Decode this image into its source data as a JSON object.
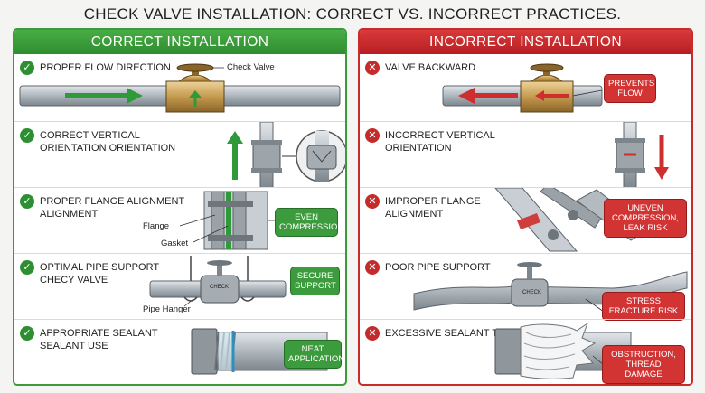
{
  "title": "CHECK VALVE INSTALLATION: CORRECT VS. INCORRECT PRACTICES.",
  "correct": {
    "header": "CORRECT INSTALLATION",
    "rows": [
      {
        "label": "PROPER FLOW DIRECTION",
        "note": "Check Valve"
      },
      {
        "label": "CORRECT VERTICAL ORIENTATION ORIENTATION"
      },
      {
        "label": "PROPER FLANGE ALIGNMENT ALIGNMENT",
        "note1": "Flange",
        "note2": "Gasket",
        "callout": "EVEN COMPRESSION"
      },
      {
        "label": "OPTIMAL PIPE SUPPORT CHECY VALVE",
        "note": "Pipe Hanger",
        "valve_text": "CHECK",
        "callout": "SECURE SUPPORT"
      },
      {
        "label": "APPROPRIATE SEALANT SEALANT USE",
        "callout": "NEAT APPLICATION"
      }
    ]
  },
  "incorrect": {
    "header": "INCORRECT INSTALLATION",
    "rows": [
      {
        "label": "VALVE BACKWARD",
        "callout": "PREVENTS FLOW"
      },
      {
        "label": "INCORRECT VERTICAL ORIENTATION"
      },
      {
        "label": "IMPROPER FLANGE ALIGNMENT",
        "callout": "UNEVEN COMPRESSION, LEAK RISK"
      },
      {
        "label": "POOR PIPE SUPPORT",
        "valve_text": "CHECK",
        "callout": "STRESS FRACTURE RISK"
      },
      {
        "label": "EXCESSIVE SEALANT TAPE",
        "callout": "OBSTRUCTION, THREAD DAMAGE"
      }
    ]
  },
  "colors": {
    "correct": "#3c9a3c",
    "incorrect": "#c92b2b",
    "brass": "#c9a256",
    "steel": "#b9c0c6"
  }
}
